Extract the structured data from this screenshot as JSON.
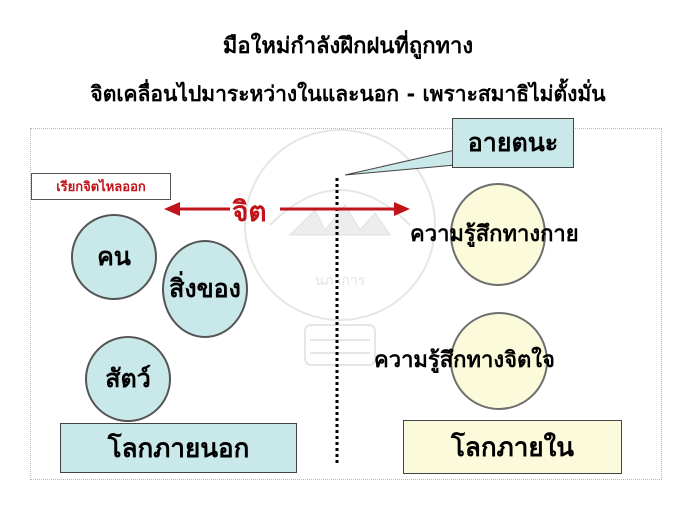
{
  "title": {
    "line1": "มือใหม่กำลังฝึกฝนที่ถูกทาง",
    "line2": "จิตเคลื่อนไปมาระหว่างในและนอก - เพราะสมาธิไม่ตั้งมั่น"
  },
  "callout": {
    "label": "อายตนะ",
    "color": "#c9e8ea"
  },
  "mind": {
    "label": "จิต",
    "outflow_label": "เรียกจิตไหลออก",
    "color": "#c0141a"
  },
  "outer": {
    "items": [
      "คน",
      "สิ่งของ",
      "สัตว์"
    ],
    "world_label": "โลกภายนอก",
    "color": "#c9e8ea"
  },
  "inner": {
    "items": [
      "ความรู้สึกทางกาย",
      "ความรู้สึกทางจิตใจ"
    ],
    "world_label": "โลกภายใน",
    "color": "#fbfbdc"
  },
  "watermark": {
    "text": "นภาการ"
  }
}
